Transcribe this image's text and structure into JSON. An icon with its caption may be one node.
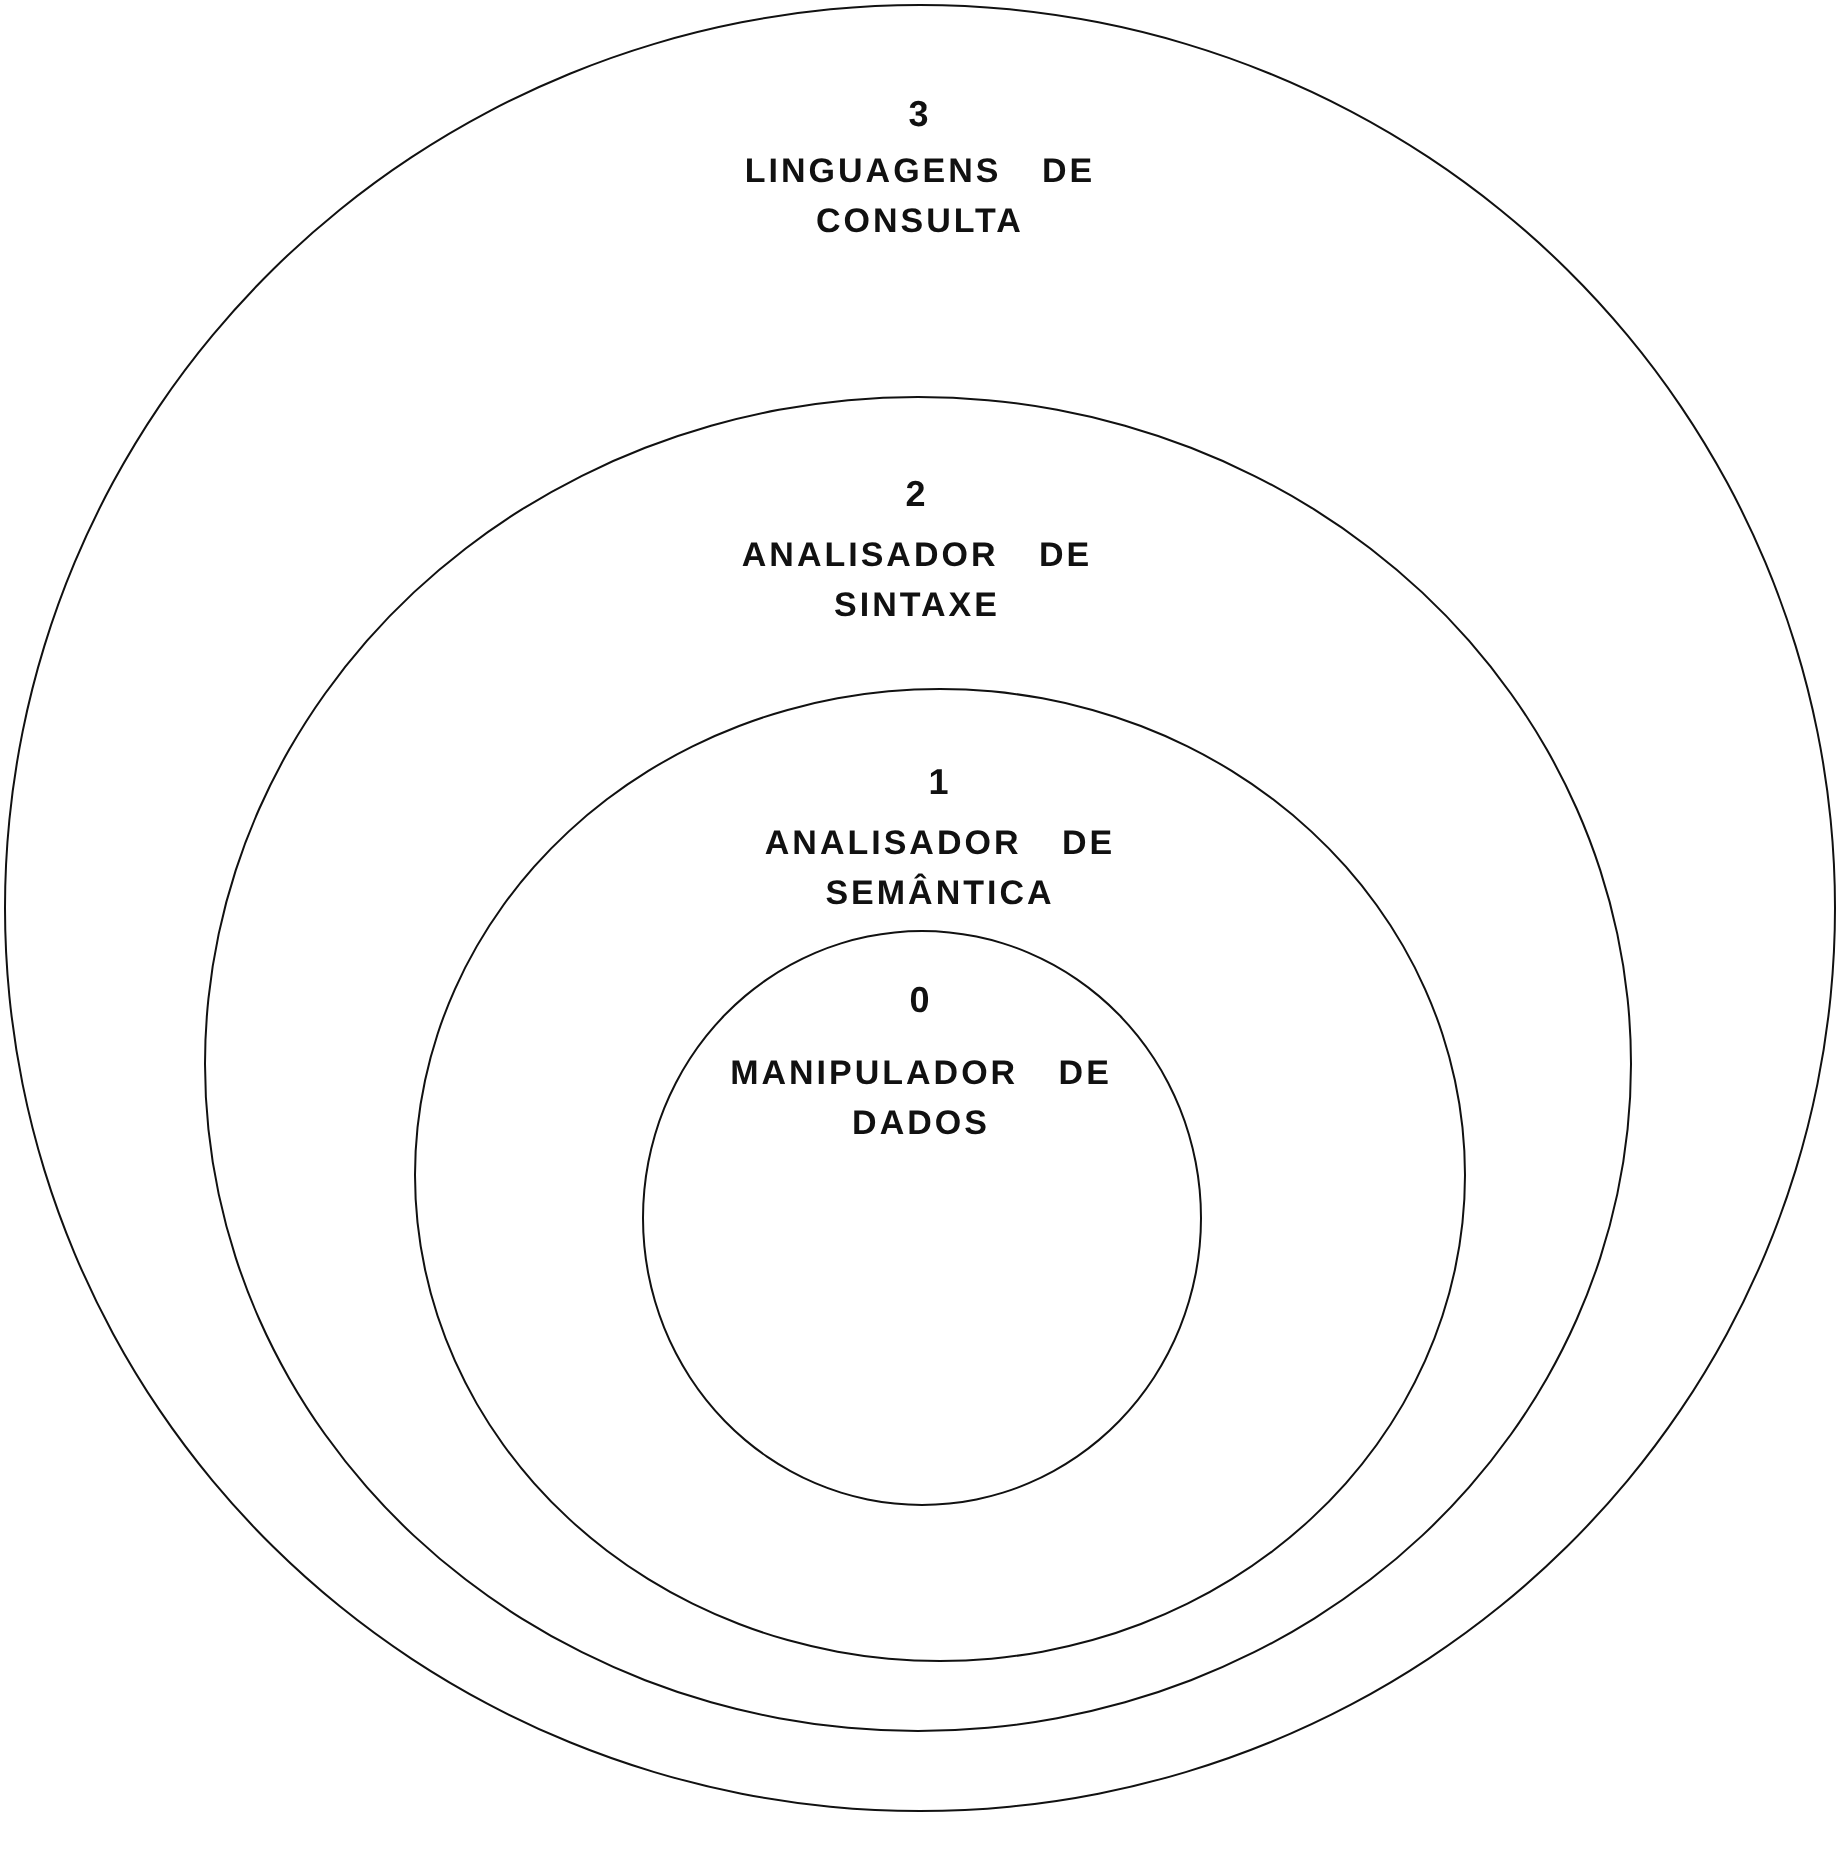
{
  "diagram": {
    "nodes": [
      {
        "text": [
          "3",
          "LINGUAGENS DE CONSULTA"
        ]
      },
      {
        "text": [
          "2",
          "ANALISADOR DE SINTAXE"
        ],
        "in": 0
      },
      {
        "text": [
          "1",
          "ANALISADOR DE SEMÂNTICA"
        ],
        "in": 1
      },
      {
        "text": [
          "0",
          "MANIPULADOR DE DADOS"
        ],
        "in": 2
      }
    ]
  }
}
